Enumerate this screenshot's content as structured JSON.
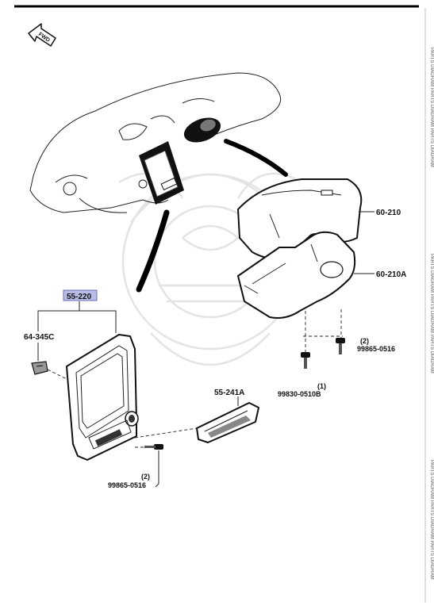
{
  "direction_arrow": {
    "text": "FWD"
  },
  "watermark": {
    "icon": "samurai-helmet-watermark"
  },
  "side_strip": {
    "text": "PARTS DIAGRAM PARTS DIAGRAM PARTS DIAGRAM"
  },
  "parts": {
    "p_60_210": {
      "label": "60-210"
    },
    "p_60_210a": {
      "label": "60-210A"
    },
    "p_55_220": {
      "label": "55-220",
      "highlight_color": "#b9bde6"
    },
    "p_64_345c": {
      "label": "64-345C"
    },
    "p_55_241a": {
      "label": "55-241A"
    },
    "p_99865_right": {
      "qty": "(2)",
      "label": "99865-0516"
    },
    "p_99830": {
      "qty": "(1)",
      "label": "99830-0510B"
    },
    "p_99865_left": {
      "qty": "(2)",
      "label": "99865-0516"
    }
  }
}
